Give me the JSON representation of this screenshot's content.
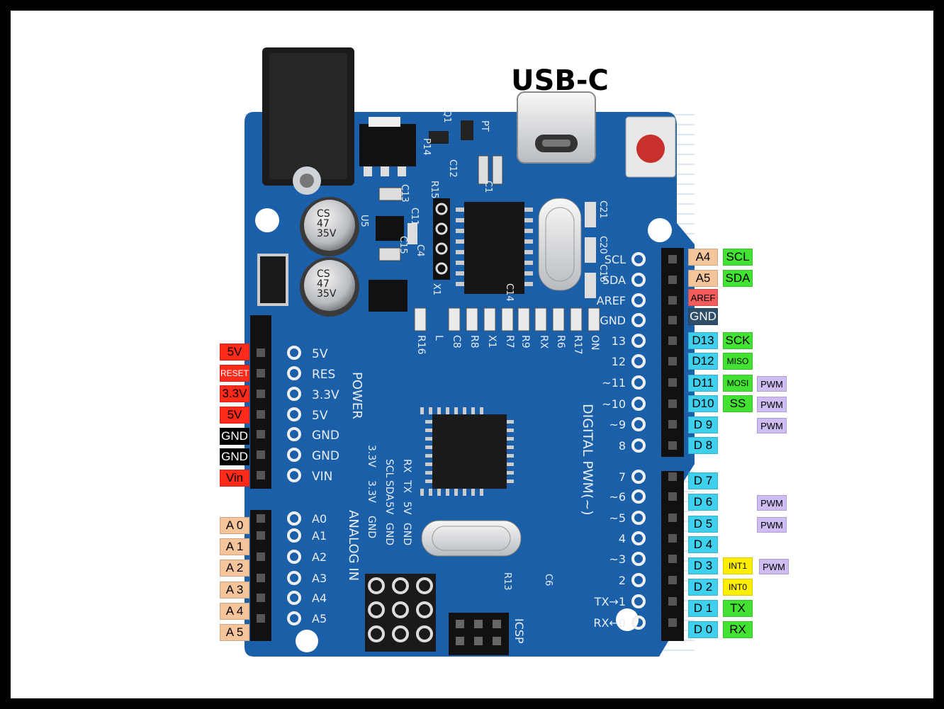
{
  "title": "USB-C",
  "colors": {
    "frame": "#000000",
    "board": "#1a5fa8",
    "analog": "#f4c49b",
    "power_red": "#ff2a1a",
    "ground_black": "#000000",
    "aref": "#f25b5b",
    "gnd_navy": "#2e4e69",
    "digital": "#3fd0ee",
    "comm_green": "#42e232",
    "pwm_lilac": "#cdbdf2",
    "interrupt_yellow": "#ffee00"
  },
  "left_power_labels": [
    {
      "text": "5V",
      "color": "power_red",
      "text_color": "#000000"
    },
    {
      "text": "RESET",
      "color": "power_red",
      "text_color": "#ffffff"
    },
    {
      "text": "3.3V",
      "color": "power_red",
      "text_color": "#000000"
    },
    {
      "text": "5V",
      "color": "power_red",
      "text_color": "#000000"
    },
    {
      "text": "GND",
      "color": "ground_black",
      "text_color": "#ffffff"
    },
    {
      "text": "GND",
      "color": "ground_black",
      "text_color": "#ffffff"
    },
    {
      "text": "Vin",
      "color": "power_red",
      "text_color": "#000000"
    }
  ],
  "left_analog_labels": [
    "A 0",
    "A 1",
    "A 2",
    "A 3",
    "A 4",
    "A 5"
  ],
  "right_header_rows": [
    {
      "pin": "A4",
      "pin_color": "analog",
      "func": "SCL",
      "func_color": "comm_green",
      "pwm": ""
    },
    {
      "pin": "A5",
      "pin_color": "analog",
      "func": "SDA",
      "func_color": "comm_green",
      "pwm": ""
    },
    {
      "pin": "AREF",
      "pin_color": "aref",
      "func": "",
      "func_color": "",
      "pwm": ""
    },
    {
      "pin": "GND",
      "pin_color": "gnd_navy",
      "func": "",
      "func_color": "",
      "pwm": ""
    },
    {
      "pin": "D13",
      "pin_color": "digital",
      "func": "SCK",
      "func_color": "comm_green",
      "pwm": ""
    },
    {
      "pin": "D12",
      "pin_color": "digital",
      "func": "MISO",
      "func_color": "comm_green",
      "pwm": ""
    },
    {
      "pin": "D11",
      "pin_color": "digital",
      "func": "MOSI",
      "func_color": "comm_green",
      "pwm": "PWM"
    },
    {
      "pin": "D10",
      "pin_color": "digital",
      "func": "SS",
      "func_color": "comm_green",
      "pwm": "PWM"
    },
    {
      "pin": "D 9",
      "pin_color": "digital",
      "func": "",
      "func_color": "",
      "pwm": "PWM"
    },
    {
      "pin": "D 8",
      "pin_color": "digital",
      "func": "",
      "func_color": "",
      "pwm": ""
    },
    {
      "pin": "D 7",
      "pin_color": "digital",
      "func": "",
      "func_color": "",
      "pwm": ""
    },
    {
      "pin": "D 6",
      "pin_color": "digital",
      "func": "",
      "func_color": "",
      "pwm": "PWM"
    },
    {
      "pin": "D 5",
      "pin_color": "digital",
      "func": "",
      "func_color": "",
      "pwm": "PWM"
    },
    {
      "pin": "D 4",
      "pin_color": "digital",
      "func": "",
      "func_color": "",
      "pwm": ""
    },
    {
      "pin": "D 3",
      "pin_color": "digital",
      "func": "INT1",
      "func_color": "interrupt_yellow",
      "pwm": "PWM"
    },
    {
      "pin": "D 2",
      "pin_color": "digital",
      "func": "INT0",
      "func_color": "interrupt_yellow",
      "pwm": ""
    },
    {
      "pin": "D 1",
      "pin_color": "digital",
      "func": "TX",
      "func_color": "comm_green",
      "pwm": ""
    },
    {
      "pin": "D 0",
      "pin_color": "digital",
      "func": "RX",
      "func_color": "comm_green",
      "pwm": ""
    }
  ],
  "board_silkscreen": {
    "power_pins": [
      "5V",
      "RES",
      "3.3V",
      "5V",
      "GND",
      "GND",
      "VIN"
    ],
    "analog_pins": [
      "A0",
      "A1",
      "A2",
      "A3",
      "A4",
      "A5"
    ],
    "power_title": "POWER",
    "analog_title": "ANALOG IN",
    "digital_title": "DIGITAL PWM(~)",
    "digital_pins": [
      "SCL",
      "SDA",
      "AREF",
      "GND",
      "13",
      "12",
      "~11",
      "~10",
      "~9",
      "8",
      "7",
      "~6",
      "~5",
      "4",
      "~3",
      "2",
      "TX→1",
      "RX←0"
    ],
    "icsp": "ICSP",
    "cap_marking": [
      "CS",
      "47",
      "35V"
    ],
    "aux_header_labels": [
      "RX",
      "TX",
      "5V",
      "GND",
      "SCL",
      "SDA",
      "5V",
      "GND",
      "3.3V",
      "3.3V",
      "GND"
    ],
    "led_labels": [
      "R16",
      "L",
      "C8",
      "R8",
      "X1",
      "R7",
      "R9",
      "RX",
      "R6",
      "R17",
      "ON"
    ],
    "component_labels": [
      "C13",
      "C11",
      "C15",
      "C4",
      "X1",
      "U5",
      "C14",
      "C21",
      "C20",
      "C16",
      "C12",
      "P14",
      "R15",
      "PT",
      "Q1",
      "C1",
      "R13",
      "C6"
    ]
  }
}
